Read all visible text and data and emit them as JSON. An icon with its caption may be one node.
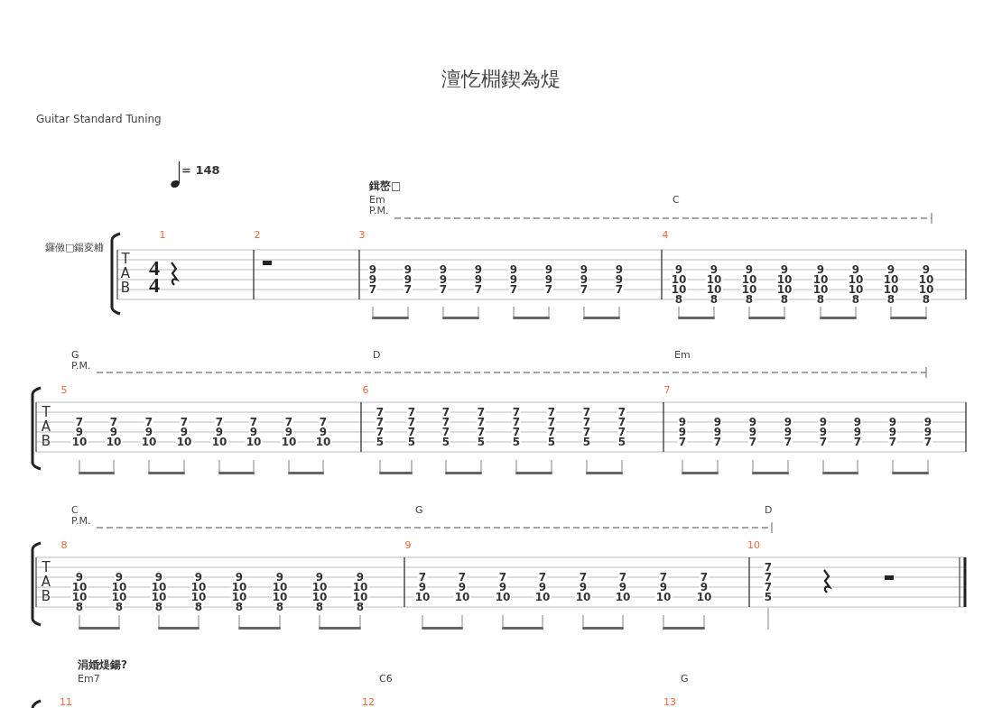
{
  "diagram": {
    "title": "澶忔棩鍥為煶",
    "labels": [
      "Guitar Standard Tuning",
      "= 148",
      "鍓嶅□",
      "Em",
      "P.M.",
      "C",
      "1",
      "2",
      "3",
      "4",
      "鑼傚□鍚変粬",
      "T",
      "A",
      "B",
      "4",
      "4",
      "9",
      "9",
      "7",
      "9",
      "9",
      "7",
      "9",
      "9",
      "7",
      "9",
      "9",
      "7",
      "9",
      "9",
      "7",
      "9",
      "9",
      "7",
      "9",
      "9",
      "7",
      "9",
      "9",
      "7",
      "9",
      "10",
      "10",
      "8",
      "9",
      "10",
      "10",
      "8",
      "9",
      "10",
      "10",
      "8",
      "9",
      "10",
      "10",
      "8",
      "9",
      "10",
      "10",
      "8",
      "9",
      "10",
      "10",
      "8",
      "9",
      "10",
      "10",
      "8",
      "9",
      "10",
      "10",
      "8",
      "G",
      "P.M.",
      "D",
      "Em",
      "5",
      "6",
      "7",
      "T",
      "A",
      "B",
      "7",
      "9",
      "10",
      "7",
      "9",
      "10",
      "7",
      "9",
      "10",
      "7",
      "9",
      "10",
      "7",
      "9",
      "10",
      "7",
      "9",
      "10",
      "7",
      "9",
      "10",
      "7",
      "9",
      "10",
      "7",
      "7",
      "7",
      "5",
      "7",
      "7",
      "7",
      "5",
      "7",
      "7",
      "7",
      "5",
      "7",
      "7",
      "7",
      "5",
      "7",
      "7",
      "7",
      "5",
      "7",
      "7",
      "7",
      "5",
      "7",
      "7",
      "7",
      "5",
      "7",
      "7",
      "7",
      "5",
      "9",
      "9",
      "7",
      "9",
      "9",
      "7",
      "9",
      "9",
      "7",
      "9",
      "9",
      "7",
      "9",
      "9",
      "7",
      "9",
      "9",
      "7",
      "9",
      "9",
      "7",
      "9",
      "9",
      "7",
      "C",
      "P.M.",
      "G",
      "D",
      "8",
      "9",
      "10",
      "T",
      "A",
      "B",
      "9",
      "10",
      "10",
      "8",
      "9",
      "10",
      "10",
      "8",
      "9",
      "10",
      "10",
      "8",
      "9",
      "10",
      "10",
      "8",
      "9",
      "10",
      "10",
      "8",
      "9",
      "10",
      "10",
      "8",
      "9",
      "10",
      "10",
      "8",
      "9",
      "10",
      "10",
      "8",
      "7",
      "9",
      "10",
      "7",
      "9",
      "10",
      "7",
      "9",
      "10",
      "7",
      "9",
      "10",
      "7",
      "9",
      "10",
      "7",
      "9",
      "10",
      "7",
      "9",
      "10",
      "7",
      "9",
      "10",
      "7",
      "7",
      "7",
      "5",
      "涓婚煶鍚?",
      "Em7",
      "C6",
      "G",
      "11",
      "12",
      "13"
    ]
  }
}
